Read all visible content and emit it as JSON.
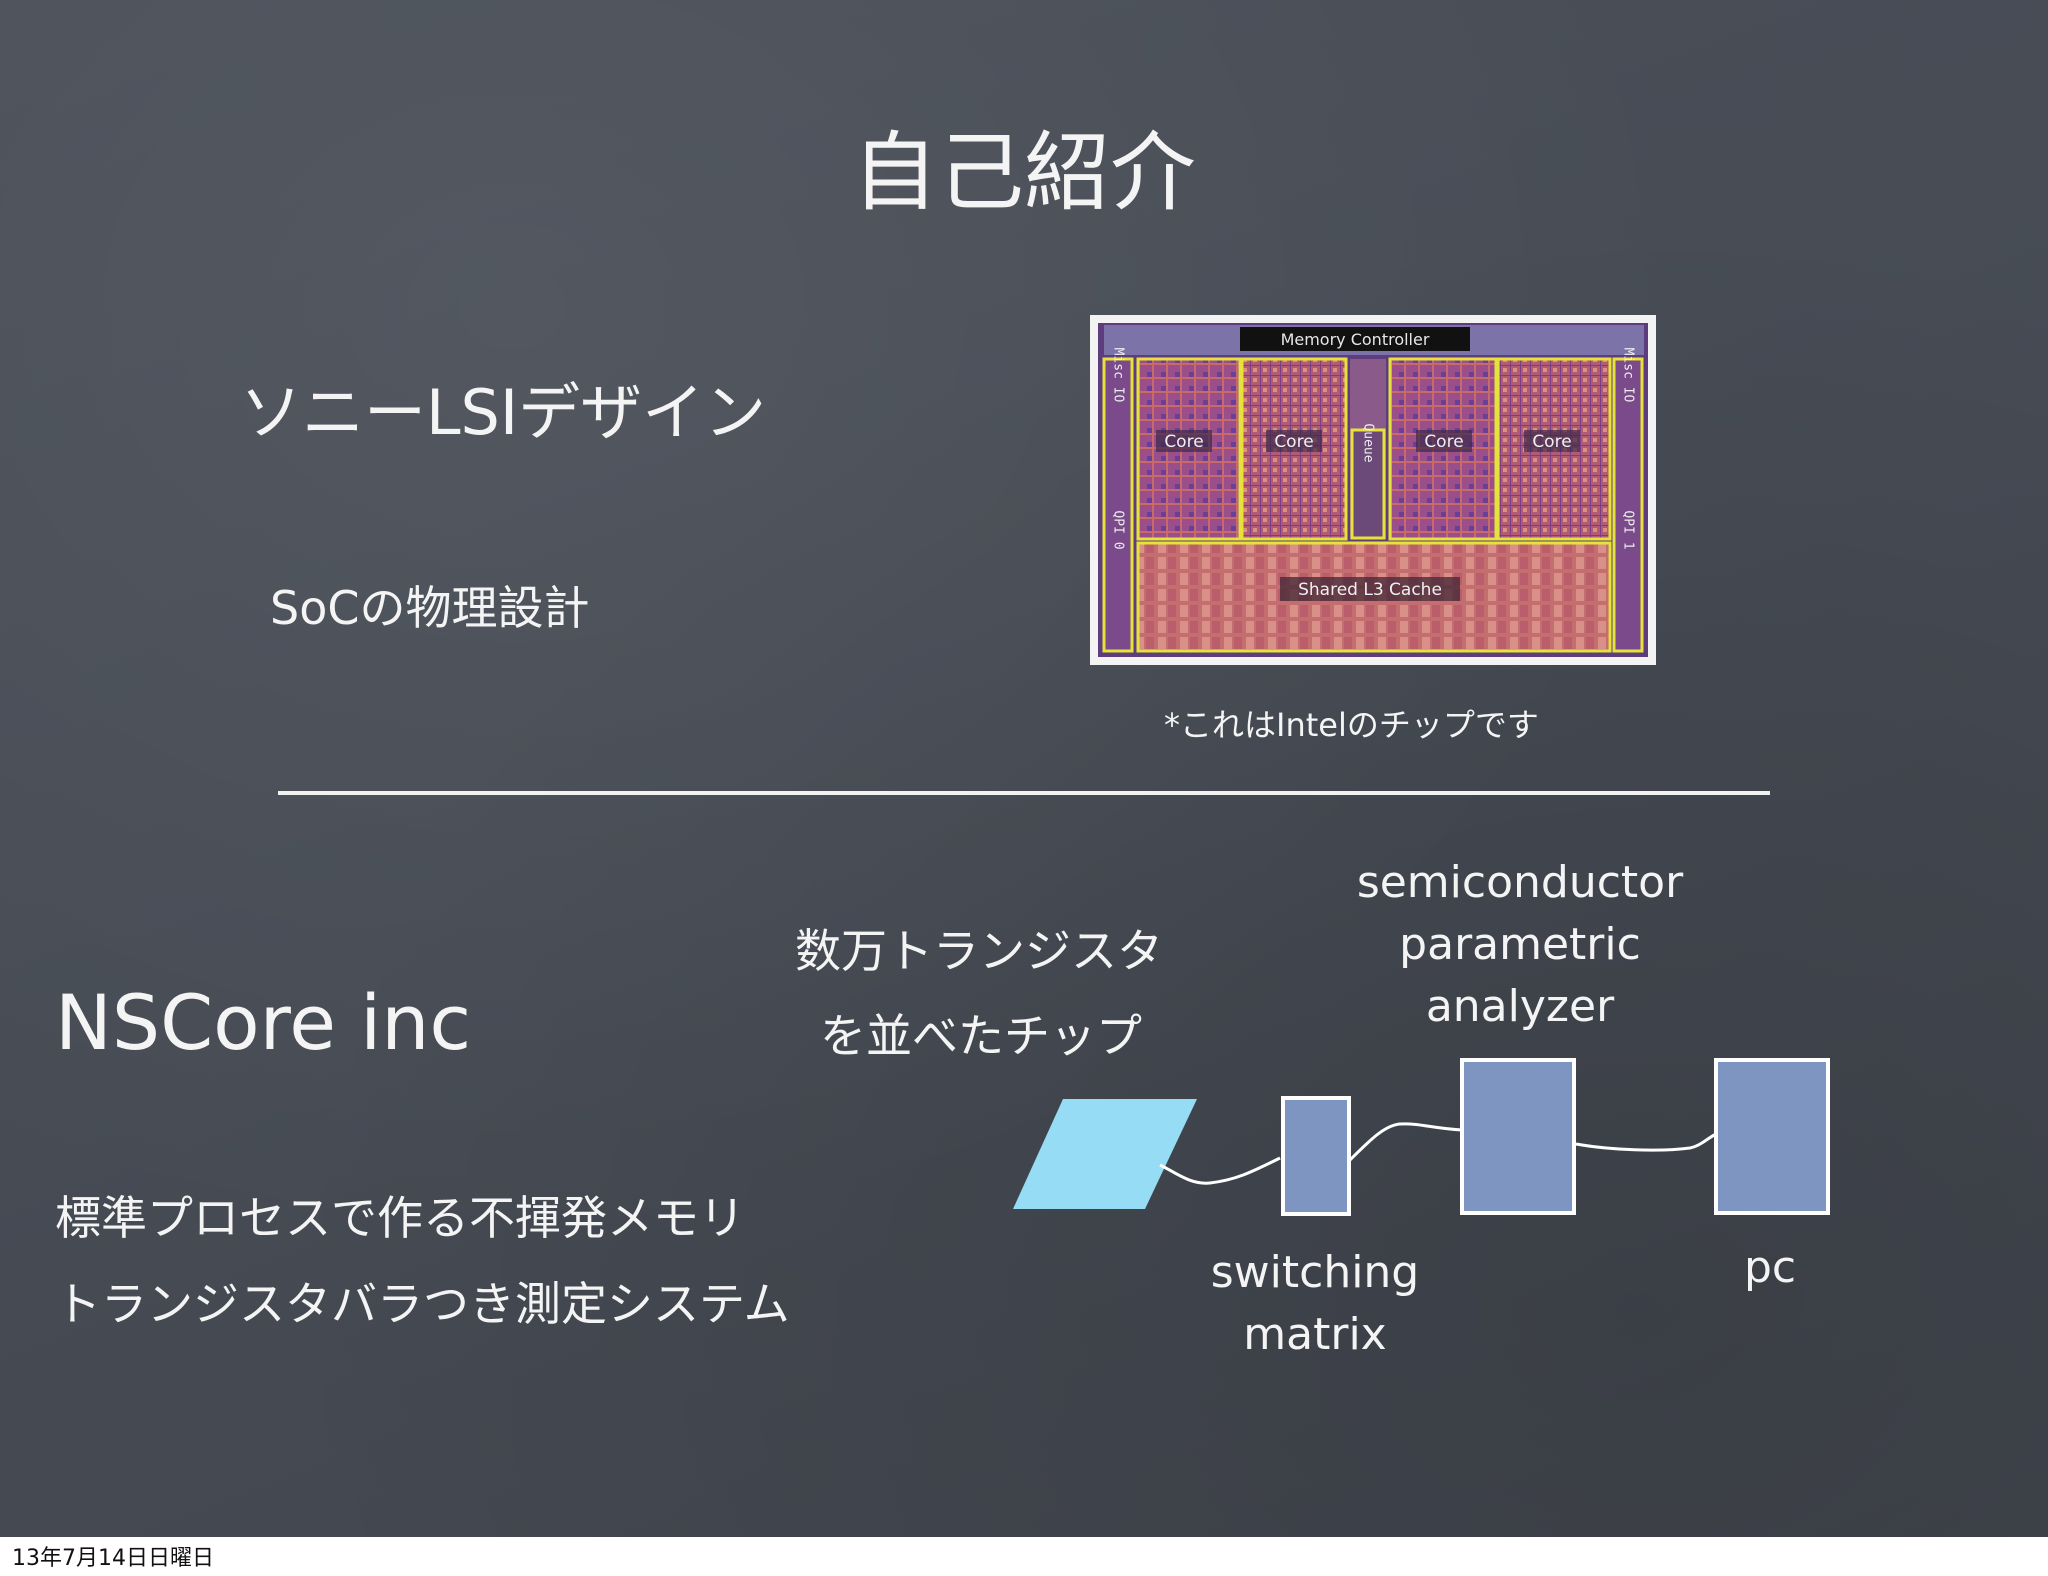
{
  "slide": {
    "title": "自己紹介",
    "company1": "ソニーLSIデザイン",
    "company1_work": "SoCの物理設計",
    "chip_note": "*これはIntelのチップです",
    "chip_image": {
      "memory_controller": "Memory Controller",
      "misc_io": "Misc IO",
      "qpi0": "QPI 0",
      "qpi1": "QPI 1",
      "core": "Core",
      "queue": "Queue",
      "shared_cache": "Shared L3 Cache"
    },
    "company2": "NSCore inc",
    "company2_line1": "標準プロセスで作る不揮発メモリ",
    "company2_line2": "トランジスタバラつき測定システム",
    "chip_desc_line1": "数万トランジスタ",
    "chip_desc_line2": "を並べたチップ",
    "diagram": {
      "analyzer_line1": "semiconductor",
      "analyzer_line2": "parametric",
      "analyzer_line3": "analyzer",
      "switching_line1": "switching",
      "switching_line2": "matrix",
      "pc": "pc"
    }
  },
  "footer": {
    "date": "13年7月14日日曜日"
  },
  "colors": {
    "background": "#464b54",
    "text": "#f4f4f4",
    "chip_wafer": "#96dcf4",
    "box_fill": "#7e95c2",
    "box_border": "#ffffff"
  }
}
